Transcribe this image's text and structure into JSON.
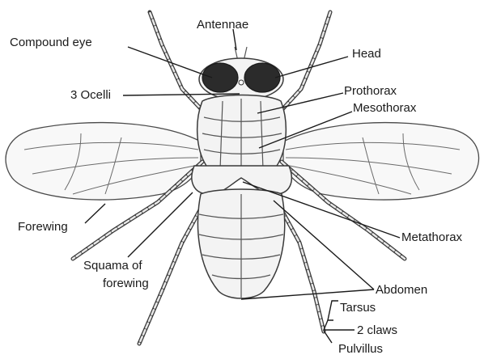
{
  "diagram": {
    "labels": {
      "antennae": "Antennae",
      "compound_eye": "Compound eye",
      "head": "Head",
      "ocelli": "3 Ocelli",
      "prothorax": "Prothorax",
      "mesothorax": "Mesothorax",
      "forewing": "Forewing",
      "metathorax": "Metathorax",
      "squama_line1": "Squama of",
      "squama_line2": "forewing",
      "abdomen": "Abdomen",
      "tarsus": "Tarsus",
      "claws": "2 claws",
      "pulvillus": "Pulvillus"
    }
  }
}
